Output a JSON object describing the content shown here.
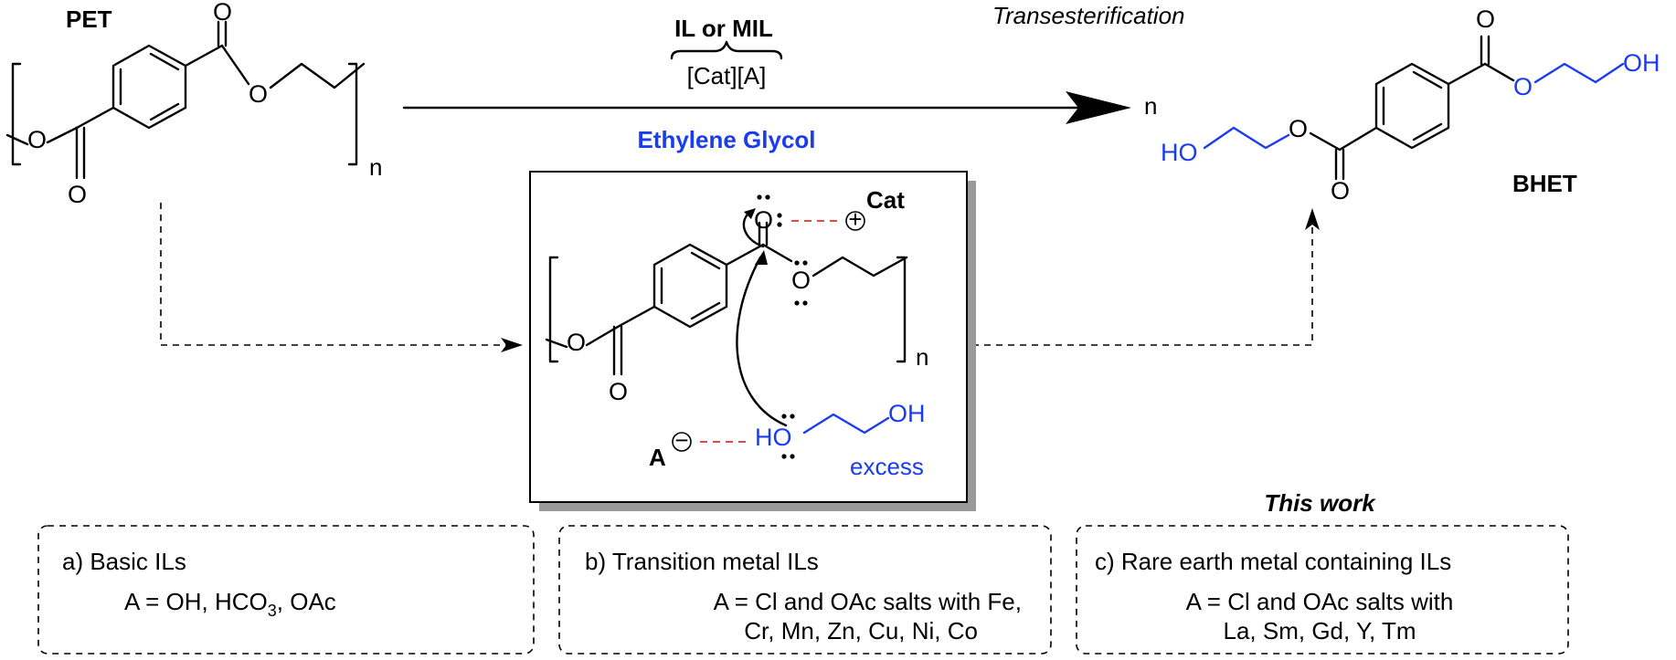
{
  "reagents": {
    "top": "IL or MIL",
    "middle": "[Cat][A]",
    "bottom": "Ethylene Glycol",
    "reaction_type": "Transesterification"
  },
  "pet": {
    "label": "PET",
    "o_atom": "O",
    "subscript": "n"
  },
  "bhet": {
    "label": "BHET",
    "n": "n",
    "oh": "OH",
    "ho": "HO",
    "o_atom": "O"
  },
  "mechanism": {
    "cat": "Cat",
    "anion": "A",
    "plus_symbol": "+",
    "minus_symbol": "−",
    "ho": "HO",
    "oh": "OH",
    "o_atom": "O",
    "subscript": "n",
    "excess": "excess"
  },
  "this_work": "This work",
  "boxes": [
    {
      "title": "a) Basic ILs",
      "line1_pre": "A = OH, HCO",
      "line1_sub": "3",
      "line1_post": ", OAc",
      "line2": ""
    },
    {
      "title": "b) Transition metal ILs",
      "line1_pre": "A = Cl and OAc salts with Fe,",
      "line1_sub": "",
      "line1_post": "",
      "line2": "Cr, Mn, Zn, Cu, Ni, Co"
    },
    {
      "title": "c) Rare earth metal containing ILs",
      "line1_pre": "A = Cl and OAc salts with",
      "line1_sub": "",
      "line1_post": "",
      "line2": "La, Sm, Gd, Y, Tm"
    }
  ],
  "colors": {
    "accent_blue": "#1a3cf0",
    "red_dash": "#e0302a"
  }
}
